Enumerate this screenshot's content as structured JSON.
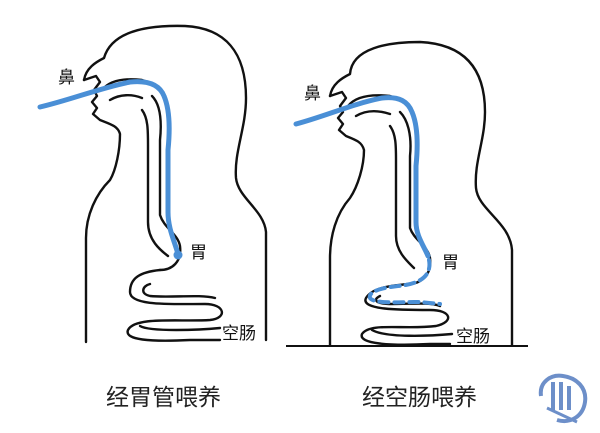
{
  "left_panel": {
    "label_nose": "鼻",
    "label_stomach": "胃",
    "label_jejunum": "空肠",
    "caption": "经胃管喂养"
  },
  "right_panel": {
    "label_nose": "鼻",
    "label_stomach": "胃",
    "label_jejunum": "空肠",
    "caption": "经空肠喂养"
  },
  "colors": {
    "tube": "#4a8fd6",
    "outline": "#111111",
    "logo": "#6d8fc9"
  }
}
